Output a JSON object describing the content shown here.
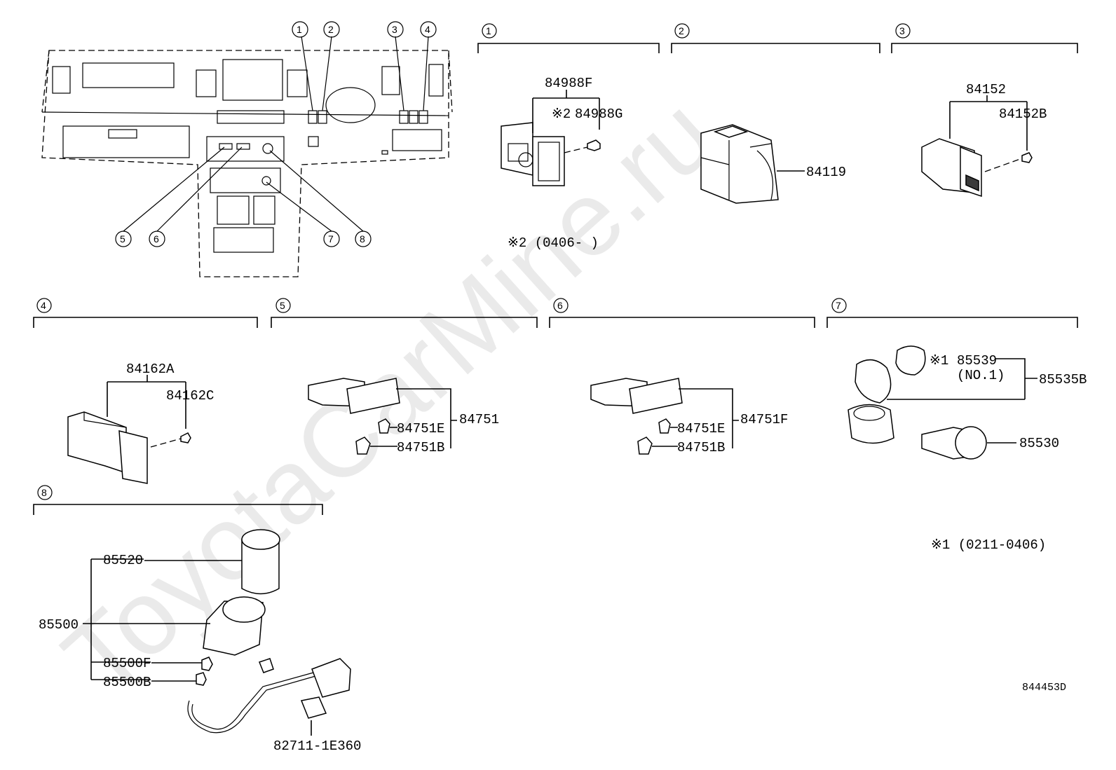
{
  "watermark": "ToyotaCarMine.ru",
  "diagram_code": "844453D",
  "overview": {
    "callouts": [
      "1",
      "2",
      "3",
      "4",
      "5",
      "6",
      "7",
      "8"
    ]
  },
  "sections": [
    {
      "num": "1",
      "parts": [
        "84988F",
        "※2",
        "84988G"
      ],
      "note": "※2 (0406-     )"
    },
    {
      "num": "2",
      "parts": [
        "84119"
      ]
    },
    {
      "num": "3",
      "parts": [
        "84152",
        "84152B"
      ]
    },
    {
      "num": "4",
      "parts": [
        "84162A",
        "84162C"
      ]
    },
    {
      "num": "5",
      "parts": [
        "84751",
        "84751E",
        "84751B"
      ]
    },
    {
      "num": "6",
      "parts": [
        "84751F",
        "84751E",
        "84751B"
      ]
    },
    {
      "num": "7",
      "parts": [
        "※1",
        "85539",
        "(NO.1)",
        "85535B",
        "85530"
      ],
      "note": "※1 (0211-0406)"
    },
    {
      "num": "8",
      "parts": [
        "85520",
        "85500",
        "85500F",
        "85500B",
        "82711-1E360"
      ]
    }
  ]
}
